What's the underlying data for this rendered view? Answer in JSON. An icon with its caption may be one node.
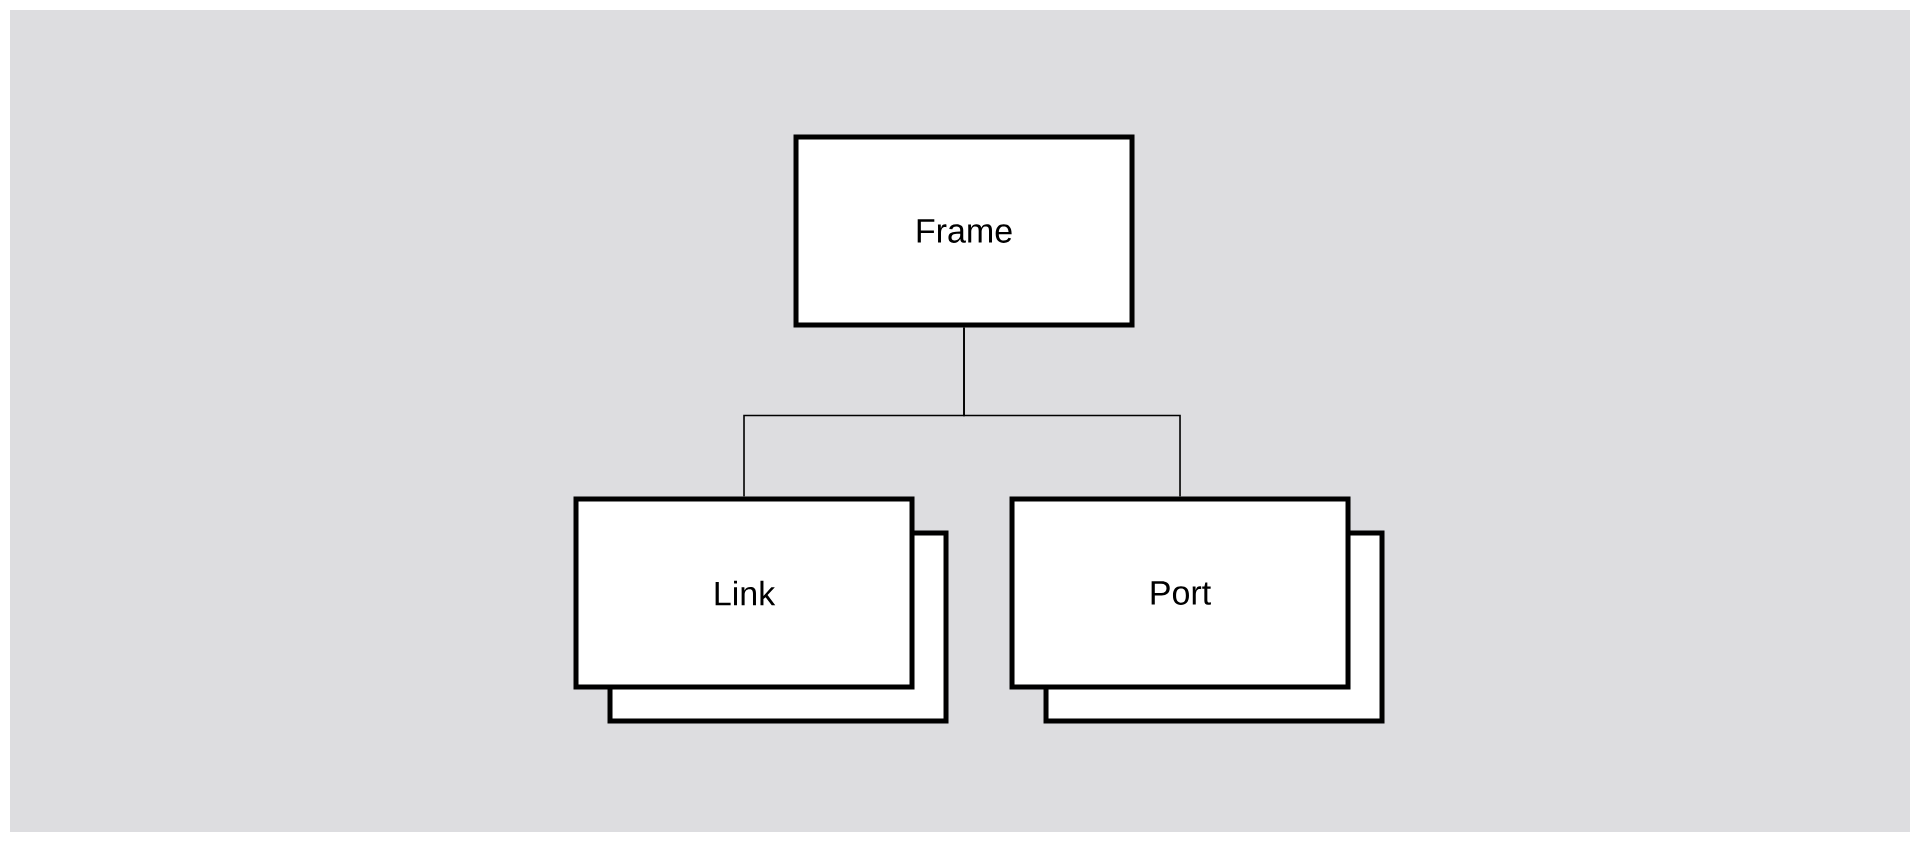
{
  "diagram": {
    "nodes": [
      {
        "text": [
          "Frame"
        ]
      },
      {
        "text": [
          "Link"
        ]
      },
      {
        "text": [
          "Port"
        ]
      }
    ],
    "edges": [
      {
        "from": 0,
        "to": 1,
        "arrow": "none"
      },
      {
        "from": 0,
        "to": 2,
        "arrow": "none"
      }
    ]
  }
}
